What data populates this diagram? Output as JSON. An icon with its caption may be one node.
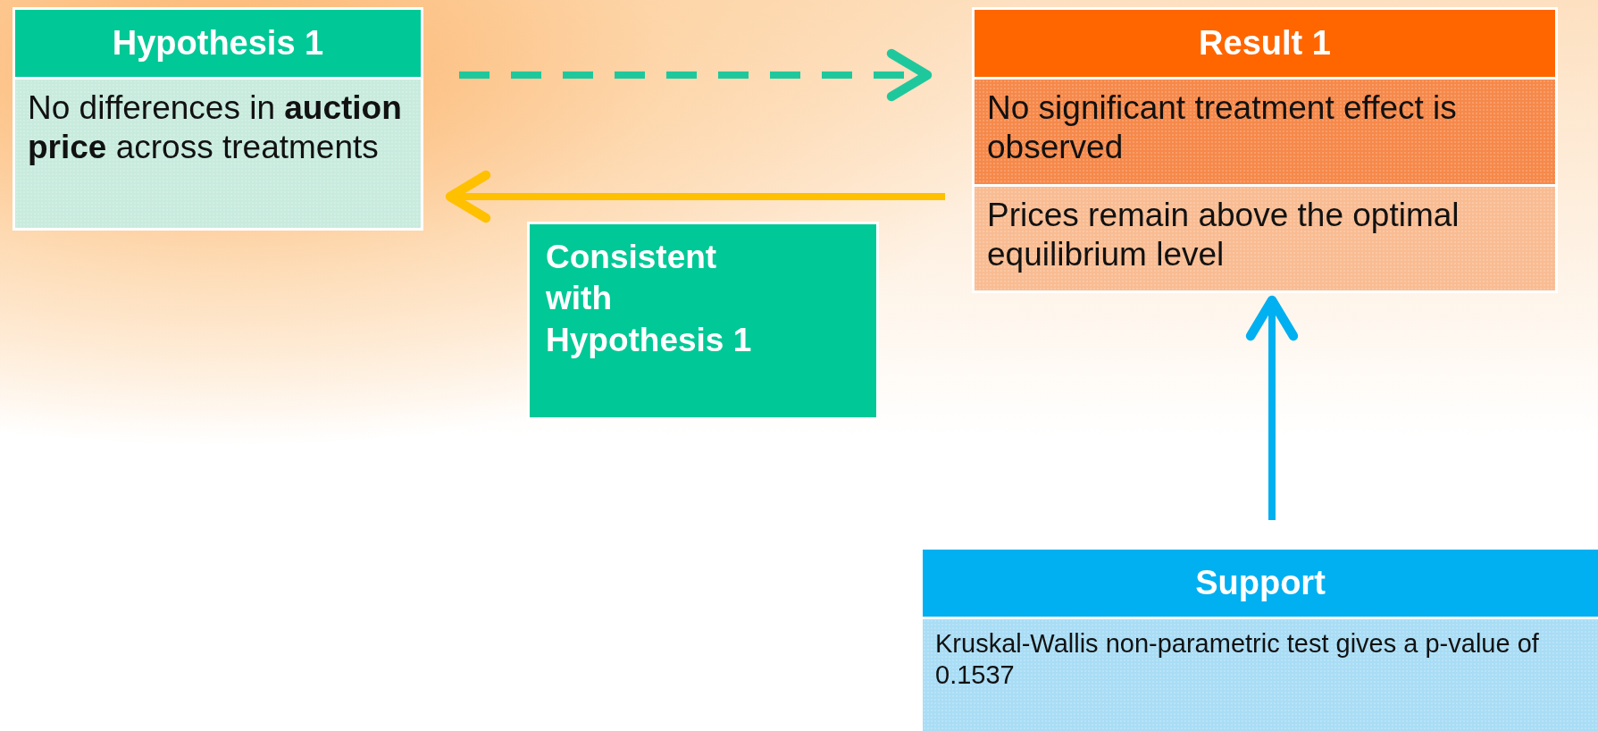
{
  "diagram": {
    "nodes": [
      {
        "text": [
          "Hypothesis 1",
          "No differences in **auction price** across treatments"
        ]
      },
      {
        "text": [
          "Result 1",
          "No significant treatment effect is observed",
          "Prices remain above the optimal equilibrium level"
        ]
      },
      {
        "text": [
          "Consistent with Hypothesis 1"
        ]
      },
      {
        "text": [
          "Support",
          "Kruskal-Wallis non-parametric test gives a p-value of 0.1537"
        ]
      }
    ],
    "edges": [
      {
        "from": 0,
        "to": 1,
        "arrow": "to",
        "style": "dashed",
        "color": "#1fc89c"
      },
      {
        "from": 1,
        "to": 0,
        "arrow": "to",
        "color": "#ffc000"
      },
      {
        "from": 3,
        "to": 1,
        "arrow": "to",
        "color": "#00b0f0"
      }
    ]
  }
}
